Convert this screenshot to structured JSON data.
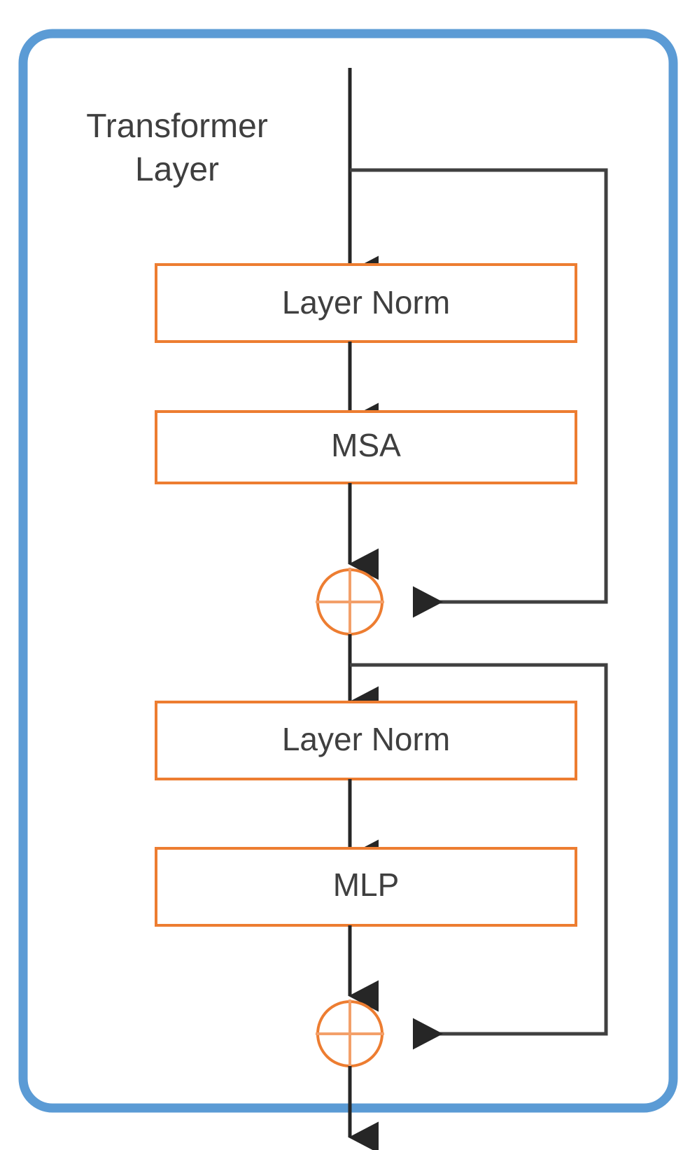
{
  "diagram": {
    "title": "Transformer Layer",
    "title_lines": [
      "Transformer",
      "Layer"
    ],
    "colors": {
      "group_border": "#5B9BD5",
      "block_border": "#ED7D31",
      "block_fill": "#FFFFFF",
      "arrow": "#404040",
      "text": "#3F3F3F",
      "background": "#FFFFFF"
    },
    "blocks": [
      {
        "id": "layer-norm-1",
        "label": "Layer Norm"
      },
      {
        "id": "msa",
        "label": "MSA"
      },
      {
        "id": "layer-norm-2",
        "label": "Layer Norm"
      },
      {
        "id": "mlp",
        "label": "MLP"
      }
    ],
    "operators": [
      {
        "id": "residual-add-1",
        "label": "+",
        "name": "addition-operator"
      },
      {
        "id": "residual-add-2",
        "label": "+",
        "name": "addition-operator"
      }
    ],
    "connections": [
      {
        "from": "input",
        "to": "layer-norm-1",
        "type": "arrow"
      },
      {
        "from": "input",
        "to": "residual-add-1",
        "type": "skip-connection"
      },
      {
        "from": "layer-norm-1",
        "to": "msa",
        "type": "arrow"
      },
      {
        "from": "msa",
        "to": "residual-add-1",
        "type": "arrow"
      },
      {
        "from": "residual-add-1",
        "to": "layer-norm-2",
        "type": "arrow"
      },
      {
        "from": "residual-add-1",
        "to": "residual-add-2",
        "type": "skip-connection"
      },
      {
        "from": "layer-norm-2",
        "to": "mlp",
        "type": "arrow"
      },
      {
        "from": "mlp",
        "to": "residual-add-2",
        "type": "arrow"
      },
      {
        "from": "residual-add-2",
        "to": "output",
        "type": "arrow"
      }
    ]
  }
}
